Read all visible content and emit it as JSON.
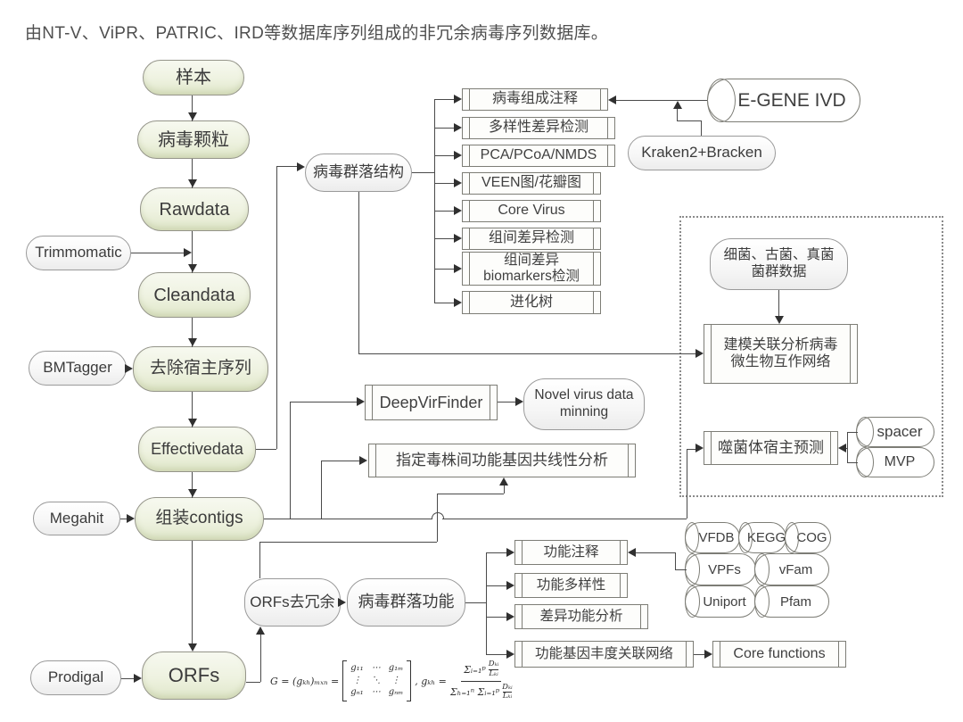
{
  "caption": "由NT-V、ViPR、PATRIC、IRD等数据库序列组成的非冗余病毒序列数据库。",
  "nodes": {
    "sample": "样本",
    "virus_particle": "病毒颗粒",
    "rawdata": "Rawdata",
    "cleandata": "Cleandata",
    "remove_host": "去除宿主序列",
    "effectivedata": "Effectivedata",
    "assemble_contigs": "组装contigs",
    "orfs": "ORFs",
    "virus_community_structure": "病毒群落结构",
    "orfs_dedup": "ORFs去冗余",
    "virus_community_function": "病毒群落功能",
    "novel_virus": "Novel virus data\nminning",
    "microbe_data": "细菌、古菌、真菌\n菌群数据"
  },
  "tools": {
    "trimmomatic": "Trimmomatic",
    "bmtagger": "BMTagger",
    "megahit": "Megahit",
    "prodigal": "Prodigal",
    "kraken": "Kraken2+Bracken",
    "deepvirfinder": "DeepVirFinder"
  },
  "structure_outputs": [
    "病毒组成注释",
    "多样性差异检测",
    "PCA/PCoA/NMDS",
    "VEEN图/花瓣图",
    "Core Virus",
    "组间差异检测",
    "组间差异\nbiomarkers检测",
    "进化树"
  ],
  "analyses": {
    "synteny": "指定毒株间功能基因共线性分析",
    "network": "建模关联分析病毒\n微生物互作网络",
    "phage_host": "噬菌体宿主预测",
    "func_annot": "功能注释",
    "func_diversity": "功能多样性",
    "diff_func": "差异功能分析",
    "func_network": "功能基因丰度关联网络",
    "core_functions": "Core functions"
  },
  "databases": {
    "egene": "E-GENE IVD",
    "spacer": "spacer",
    "mvp": "MVP",
    "vfdb": "VFDB",
    "kegg": "KEGG",
    "cog": "COG",
    "vpfs": "VPFs",
    "vfam": "vFam",
    "uniport": "Uniport",
    "pfam": "Pfam"
  },
  "formula": {
    "lhs": "G = (gₖₕ)ₘₓₙ =",
    "m11": "g₁₁",
    "m12": "⋯",
    "m13": "g₁ₘ",
    "m21": "⋮",
    "m22": "⋱",
    "m23": "⋮",
    "m31": "gₙ₁",
    "m32": "⋯",
    "m33": "gₙₘ",
    "mid": ", gₖₕ =",
    "num_sum": "Σᵢ₌₁ᵖ",
    "num_top": "Dₖᵢ",
    "num_bot": "Lₖᵢ",
    "den_sum": "Σₕ₌₁ⁿ Σᵢ₌₁ᵖ",
    "den_top": "Dₖᵢ",
    "den_bot": "Lₖᵢ"
  },
  "colors": {
    "node_fill": "#eef2e0",
    "node_border": "#95958a",
    "line": "#4a4a4a",
    "text": "#3b3b3b"
  }
}
